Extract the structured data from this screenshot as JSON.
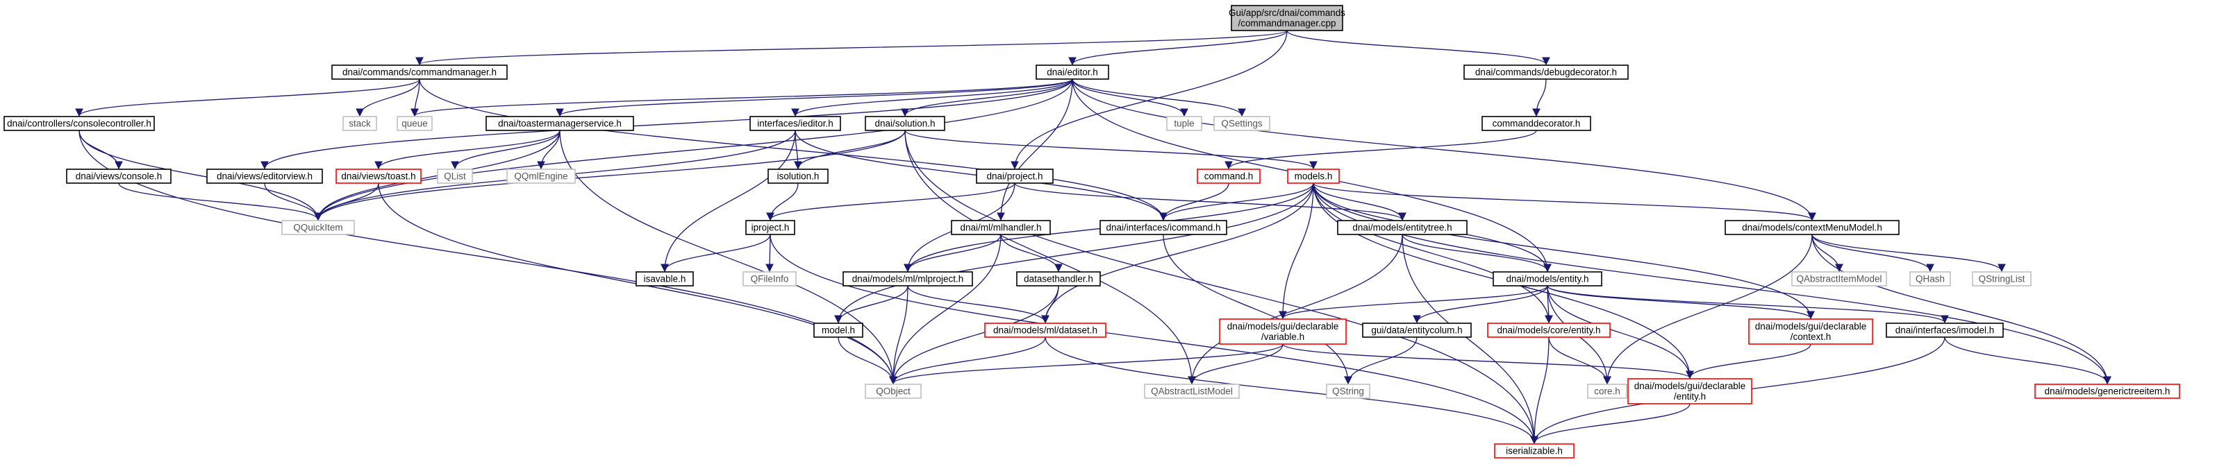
{
  "graph_title": "",
  "colors": {
    "edge": "#191970",
    "normal_border": "#000000",
    "missing_border": "#bfbfbf",
    "truncated_border": "#ff0000",
    "root_fill": "#bfbfbf",
    "node_fill": "#ffffff"
  },
  "nodes": [
    {
      "id": "root",
      "kind": "root",
      "lines": [
        "Gui/app/src/dnai/commands",
        "/commandmanager.cpp"
      ]
    },
    {
      "id": "cmdmgr",
      "kind": "normal",
      "lines": [
        "dnai/commands/commandmanager.h"
      ]
    },
    {
      "id": "editor",
      "kind": "normal",
      "lines": [
        "dnai/editor.h"
      ]
    },
    {
      "id": "debugdec",
      "kind": "normal",
      "lines": [
        "dnai/commands/debugdecorator.h"
      ]
    },
    {
      "id": "consolectrl",
      "kind": "normal",
      "lines": [
        "dnai/controllers/consolecontroller.h"
      ]
    },
    {
      "id": "stack",
      "kind": "missing",
      "lines": [
        "stack"
      ]
    },
    {
      "id": "queue",
      "kind": "missing",
      "lines": [
        "queue"
      ]
    },
    {
      "id": "toastmgr",
      "kind": "normal",
      "lines": [
        "dnai/toastermanagerservice.h"
      ]
    },
    {
      "id": "ieditor",
      "kind": "normal",
      "lines": [
        "interfaces/ieditor.h"
      ]
    },
    {
      "id": "solution",
      "kind": "normal",
      "lines": [
        "dnai/solution.h"
      ]
    },
    {
      "id": "tuple",
      "kind": "missing",
      "lines": [
        "tuple"
      ]
    },
    {
      "id": "qsettings",
      "kind": "missing",
      "lines": [
        "QSettings"
      ]
    },
    {
      "id": "cmddec",
      "kind": "normal",
      "lines": [
        "commanddecorator.h"
      ]
    },
    {
      "id": "console",
      "kind": "normal",
      "lines": [
        "dnai/views/console.h"
      ]
    },
    {
      "id": "editorview",
      "kind": "normal",
      "lines": [
        "dnai/views/editorview.h"
      ]
    },
    {
      "id": "toast",
      "kind": "truncated",
      "lines": [
        "dnai/views/toast.h"
      ]
    },
    {
      "id": "qlist",
      "kind": "missing",
      "lines": [
        "QList"
      ]
    },
    {
      "id": "qqmlengine",
      "kind": "missing",
      "lines": [
        "QQmlEngine"
      ]
    },
    {
      "id": "isolution",
      "kind": "normal",
      "lines": [
        "isolution.h"
      ]
    },
    {
      "id": "project",
      "kind": "normal",
      "lines": [
        "dnai/project.h"
      ]
    },
    {
      "id": "command",
      "kind": "truncated",
      "lines": [
        "command.h"
      ]
    },
    {
      "id": "models",
      "kind": "truncated",
      "lines": [
        "models.h"
      ]
    },
    {
      "id": "qquickitem",
      "kind": "missing",
      "lines": [
        "QQuickItem"
      ]
    },
    {
      "id": "iproject",
      "kind": "normal",
      "lines": [
        "iproject.h"
      ]
    },
    {
      "id": "mlhandler",
      "kind": "normal",
      "lines": [
        "dnai/ml/mlhandler.h"
      ]
    },
    {
      "id": "icommand",
      "kind": "normal",
      "lines": [
        "dnai/interfaces/icommand.h"
      ]
    },
    {
      "id": "entitytree",
      "kind": "normal",
      "lines": [
        "dnai/models/entitytree.h"
      ]
    },
    {
      "id": "ctxmenu",
      "kind": "normal",
      "lines": [
        "dnai/models/contextMenuModel.h"
      ]
    },
    {
      "id": "isavable",
      "kind": "normal",
      "lines": [
        "isavable.h"
      ]
    },
    {
      "id": "qfileinfo",
      "kind": "missing",
      "lines": [
        "QFileInfo"
      ]
    },
    {
      "id": "mlproject",
      "kind": "normal",
      "lines": [
        "dnai/models/ml/mlproject.h"
      ]
    },
    {
      "id": "datasethandler",
      "kind": "normal",
      "lines": [
        "datasethandler.h"
      ]
    },
    {
      "id": "entity",
      "kind": "normal",
      "lines": [
        "dnai/models/entity.h"
      ]
    },
    {
      "id": "qabsitem",
      "kind": "missing",
      "lines": [
        "QAbstractItemModel"
      ]
    },
    {
      "id": "qhash",
      "kind": "missing",
      "lines": [
        "QHash"
      ]
    },
    {
      "id": "qstringlist",
      "kind": "missing",
      "lines": [
        "QStringList"
      ]
    },
    {
      "id": "model",
      "kind": "normal",
      "lines": [
        "model.h"
      ]
    },
    {
      "id": "dataset",
      "kind": "truncated",
      "lines": [
        "dnai/models/ml/dataset.h"
      ]
    },
    {
      "id": "variable",
      "kind": "truncated",
      "lines": [
        "dnai/models/gui/declarable",
        "/variable.h"
      ]
    },
    {
      "id": "entitycolum",
      "kind": "normal",
      "lines": [
        "gui/data/entitycolum.h"
      ]
    },
    {
      "id": "coreentity",
      "kind": "truncated",
      "lines": [
        "dnai/models/core/entity.h"
      ]
    },
    {
      "id": "context",
      "kind": "truncated",
      "lines": [
        "dnai/models/gui/declarable",
        "/context.h"
      ]
    },
    {
      "id": "imodel",
      "kind": "normal",
      "lines": [
        "dnai/interfaces/imodel.h"
      ]
    },
    {
      "id": "qobject",
      "kind": "missing",
      "lines": [
        "QObject"
      ]
    },
    {
      "id": "qabslist",
      "kind": "missing",
      "lines": [
        "QAbstractListModel"
      ]
    },
    {
      "id": "qstring",
      "kind": "missing",
      "lines": [
        "QString"
      ]
    },
    {
      "id": "guientity",
      "kind": "truncated",
      "lines": [
        "dnai/models/gui/declarable",
        "/entity.h"
      ]
    },
    {
      "id": "coreh",
      "kind": "missing",
      "lines": [
        "core.h"
      ]
    },
    {
      "id": "generictree",
      "kind": "truncated",
      "lines": [
        "dnai/models/generictreeitem.h"
      ]
    },
    {
      "id": "iserializable",
      "kind": "truncated",
      "lines": [
        "iserializable.h"
      ]
    }
  ],
  "edges": [
    [
      "root",
      "cmdmgr"
    ],
    [
      "root",
      "editor"
    ],
    [
      "root",
      "debugdec"
    ],
    [
      "root",
      "project"
    ],
    [
      "cmdmgr",
      "consolectrl"
    ],
    [
      "cmdmgr",
      "stack"
    ],
    [
      "cmdmgr",
      "queue"
    ],
    [
      "cmdmgr",
      "icommand"
    ],
    [
      "editor",
      "queue"
    ],
    [
      "editor",
      "toastmgr"
    ],
    [
      "editor",
      "ieditor"
    ],
    [
      "editor",
      "solution"
    ],
    [
      "editor",
      "tuple"
    ],
    [
      "editor",
      "qsettings"
    ],
    [
      "editor",
      "mlhandler"
    ],
    [
      "editor",
      "ctxmenu"
    ],
    [
      "editor",
      "entity"
    ],
    [
      "editor",
      "qquickitem"
    ],
    [
      "editor",
      "editorview"
    ],
    [
      "debugdec",
      "cmddec"
    ],
    [
      "consolectrl",
      "console"
    ],
    [
      "consolectrl",
      "qquickitem"
    ],
    [
      "consolectrl",
      "qobject"
    ],
    [
      "toastmgr",
      "toast"
    ],
    [
      "toastmgr",
      "qlist"
    ],
    [
      "toastmgr",
      "qqmlengine"
    ],
    [
      "toastmgr",
      "qobject"
    ],
    [
      "toastmgr",
      "qquickitem"
    ],
    [
      "ieditor",
      "isolution"
    ],
    [
      "ieditor",
      "isavable"
    ],
    [
      "ieditor",
      "icommand"
    ],
    [
      "ieditor",
      "qquickitem"
    ],
    [
      "solution",
      "isolution"
    ],
    [
      "solution",
      "models"
    ],
    [
      "solution",
      "qabslist"
    ],
    [
      "solution",
      "iserializable"
    ],
    [
      "solution",
      "qquickitem"
    ],
    [
      "cmddec",
      "command"
    ],
    [
      "console",
      "qquickitem"
    ],
    [
      "editorview",
      "qquickitem"
    ],
    [
      "toast",
      "qquickitem"
    ],
    [
      "toast",
      "qobject"
    ],
    [
      "isolution",
      "iproject"
    ],
    [
      "project",
      "iproject"
    ],
    [
      "project",
      "entitytree"
    ],
    [
      "project",
      "mlproject"
    ],
    [
      "command",
      "icommand"
    ],
    [
      "models",
      "icommand"
    ],
    [
      "models",
      "entitytree"
    ],
    [
      "models",
      "ctxmenu"
    ],
    [
      "models",
      "entity"
    ],
    [
      "models",
      "mlproject"
    ],
    [
      "models",
      "model"
    ],
    [
      "models",
      "dataset"
    ],
    [
      "models",
      "variable"
    ],
    [
      "models",
      "coreentity"
    ],
    [
      "models",
      "guientity"
    ],
    [
      "models",
      "generictree"
    ],
    [
      "models",
      "context"
    ],
    [
      "iproject",
      "isavable"
    ],
    [
      "iproject",
      "qfileinfo"
    ],
    [
      "iproject",
      "iserializable"
    ],
    [
      "mlhandler",
      "mlproject"
    ],
    [
      "mlhandler",
      "datasethandler"
    ],
    [
      "mlhandler",
      "qobject"
    ],
    [
      "icommand",
      "qstring"
    ],
    [
      "entitytree",
      "entity"
    ],
    [
      "entitytree",
      "qabslist"
    ],
    [
      "entitytree",
      "iserializable"
    ],
    [
      "ctxmenu",
      "qabsitem"
    ],
    [
      "ctxmenu",
      "qhash"
    ],
    [
      "ctxmenu",
      "qstringlist"
    ],
    [
      "ctxmenu",
      "coreh"
    ],
    [
      "ctxmenu",
      "generictree"
    ],
    [
      "mlproject",
      "model"
    ],
    [
      "mlproject",
      "dataset"
    ],
    [
      "mlproject",
      "qobject"
    ],
    [
      "datasethandler",
      "dataset"
    ],
    [
      "datasethandler",
      "qobject"
    ],
    [
      "entity",
      "variable"
    ],
    [
      "entity",
      "entitycolum"
    ],
    [
      "entity",
      "coreentity"
    ],
    [
      "entity",
      "context"
    ],
    [
      "entity",
      "imodel"
    ],
    [
      "entity",
      "guientity"
    ],
    [
      "entity",
      "coreh"
    ],
    [
      "model",
      "qobject"
    ],
    [
      "dataset",
      "qobject"
    ],
    [
      "dataset",
      "iserializable"
    ],
    [
      "variable",
      "qobject"
    ],
    [
      "variable",
      "qabslist"
    ],
    [
      "variable",
      "guientity"
    ],
    [
      "entitycolum",
      "qstring"
    ],
    [
      "coreentity",
      "coreh"
    ],
    [
      "coreentity",
      "iserializable"
    ],
    [
      "context",
      "guientity"
    ],
    [
      "imodel",
      "generictree"
    ],
    [
      "imodel",
      "iserializable"
    ],
    [
      "guientity",
      "iserializable"
    ]
  ]
}
